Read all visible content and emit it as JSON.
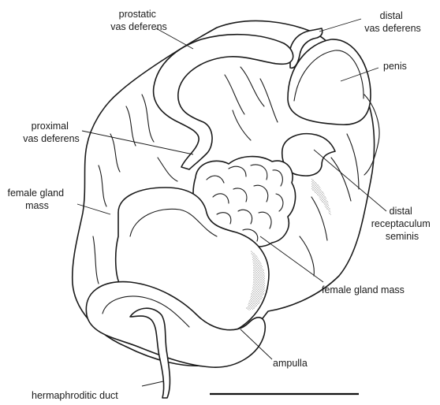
{
  "labels": {
    "prostatic_vas_deferens": [
      "prostatic",
      "vas deferens"
    ],
    "distal_vas_deferens": [
      "distal",
      "vas deferens"
    ],
    "penis": "penis",
    "proximal_vas_deferens": [
      "proximal",
      "vas deferens"
    ],
    "female_gland_mass_left": [
      "female gland",
      "mass"
    ],
    "distal_receptaculum_seminis": [
      "distal",
      "receptaculum",
      "seminis"
    ],
    "female_gland_mass_right": "female gland mass",
    "ampulla": "ampulla",
    "hermaphroditic_duct": "hermaphroditic duct"
  }
}
